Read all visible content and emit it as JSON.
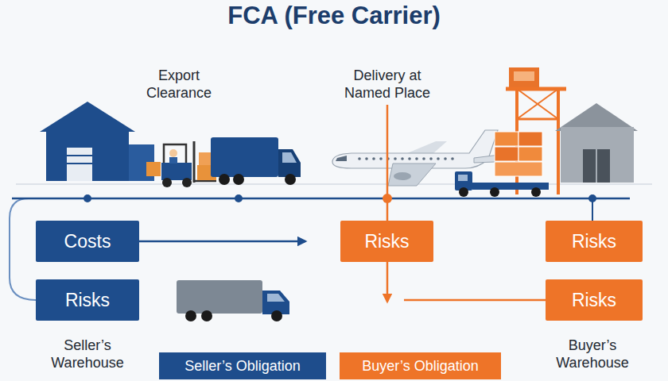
{
  "diagram": {
    "title": "FCA (Free Carrier)",
    "nodes": [
      {
        "text": [
          "Costs"
        ]
      },
      {
        "text": [
          "Risks"
        ]
      },
      {
        "text": [
          "Risks"
        ]
      },
      {
        "text": [
          "Risks"
        ]
      },
      {
        "text": [
          "Risks"
        ]
      }
    ],
    "labels": [
      "Export Clearance",
      "Delivery at Named Place",
      "Seller’s Warehouse",
      "Buyer’s Warehouse"
    ],
    "legend": [
      {
        "text": "Seller’s Obligation",
        "color": "#1e4d8c"
      },
      {
        "text": "Buyer’s Obligation",
        "color": "#ee7428"
      }
    ]
  }
}
